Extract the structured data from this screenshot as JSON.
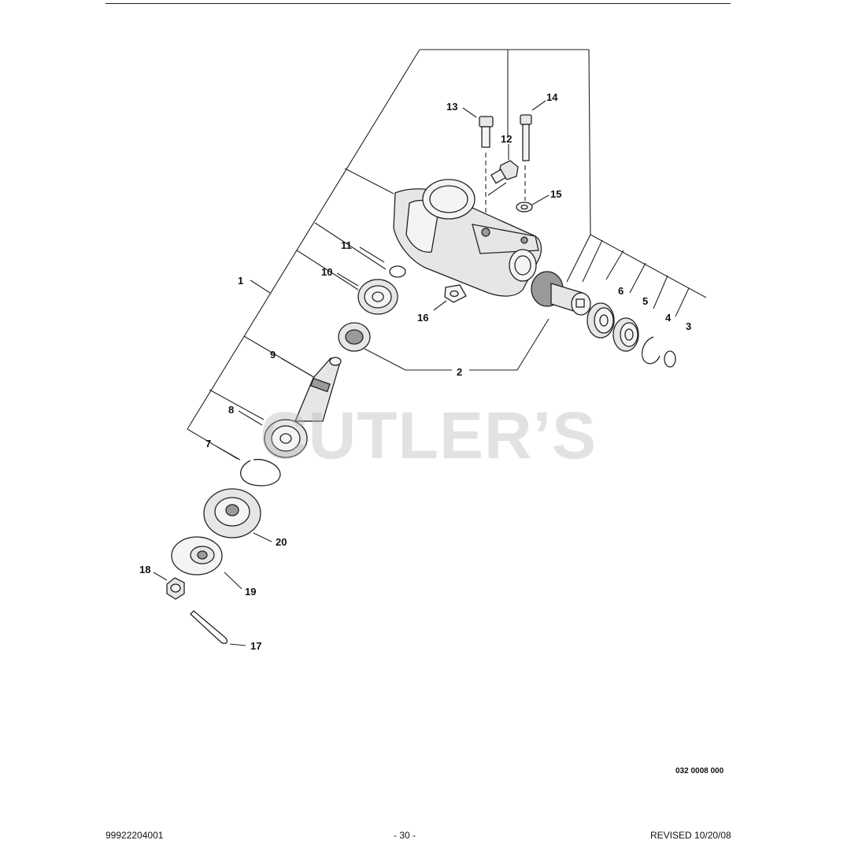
{
  "diagram": {
    "callouts": [
      "1",
      "2",
      "3",
      "4",
      "5",
      "6",
      "7",
      "8",
      "9",
      "10",
      "11",
      "12",
      "13",
      "14",
      "15",
      "16",
      "17",
      "18",
      "19",
      "20"
    ]
  },
  "watermark": "CUTLER’S",
  "figure_code": "032 0008 000",
  "footer": {
    "part_number": "99922204001",
    "page": "- 30 -",
    "revised": "REVISED 10/20/08"
  }
}
